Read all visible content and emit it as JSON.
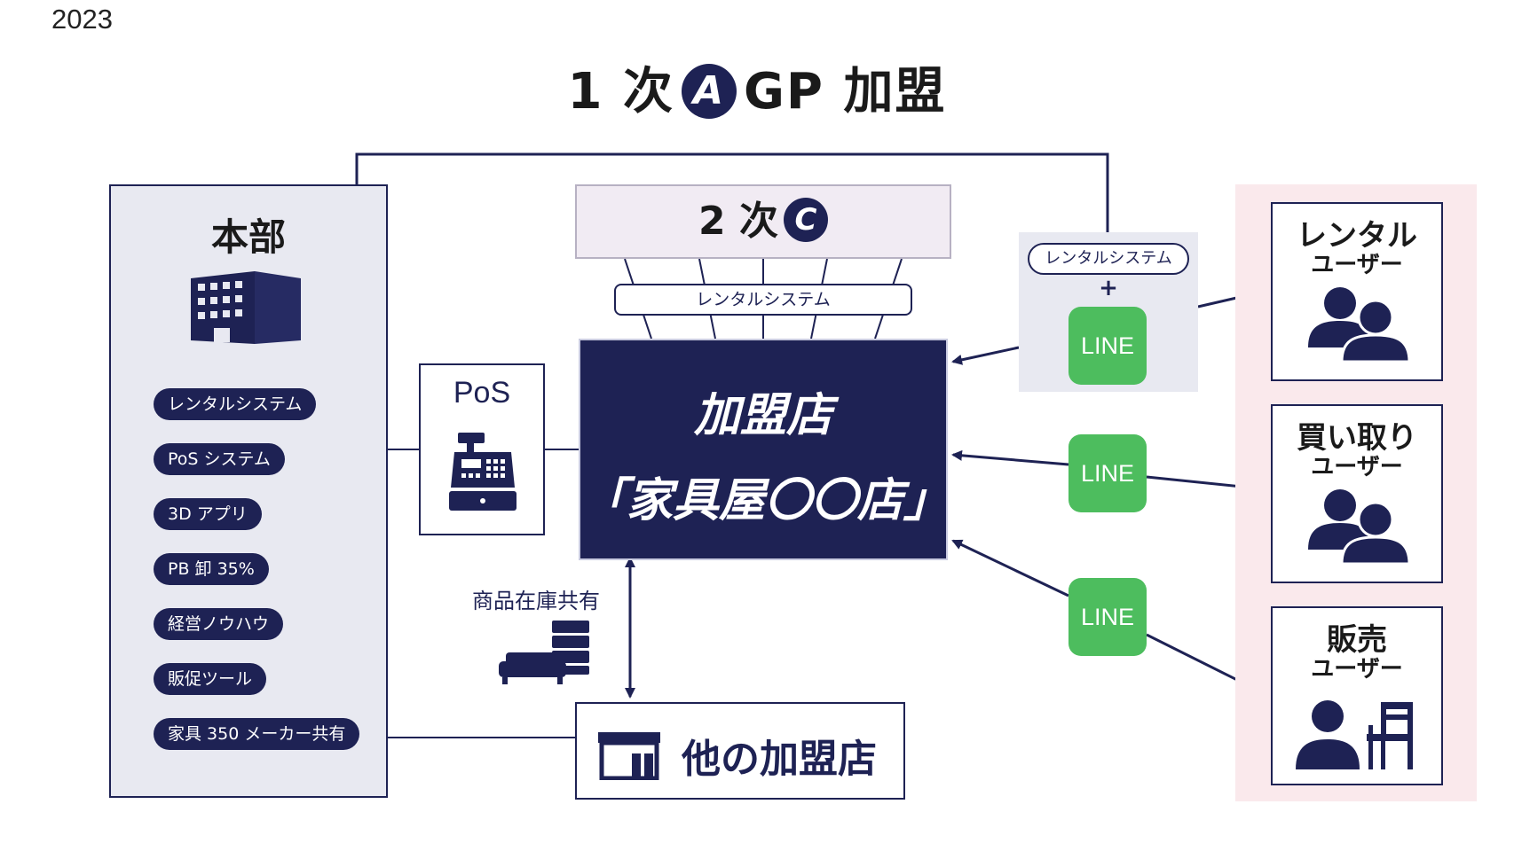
{
  "year": "2023",
  "title": {
    "prefix": "1 次",
    "badge": "A",
    "suffix": "GP 加盟"
  },
  "headquarters": {
    "label": "本部",
    "items": [
      "レンタルシステム",
      "PoS システム",
      "3D アプリ",
      "PB 卸 35%",
      "経営ノウハウ",
      "販促ツール",
      "家具 350 メーカー共有"
    ]
  },
  "secondary": {
    "label": "2 次",
    "badge": "C"
  },
  "rental_bar": "レンタルシステム",
  "store": {
    "line1": "加盟店",
    "line2": "「家具屋〇〇店」"
  },
  "pos": {
    "label": "PoS"
  },
  "stock_share": "商品在庫共有",
  "other_stores": "他の加盟店",
  "line_panel": {
    "rental": "レンタルシステム",
    "plus": "+"
  },
  "line_label": "LINE",
  "users": [
    {
      "title": "レンタル",
      "sub": "ユーザー",
      "icon": "people-icon"
    },
    {
      "title": "買い取り",
      "sub": "ユーザー",
      "icon": "people-icon"
    },
    {
      "title": "販売",
      "sub": "ユーザー",
      "icon": "person-chair-icon"
    }
  ],
  "colors": {
    "navy": "#1e2254",
    "line_green": "#4dbd5e",
    "hq_bg": "#e8e9f1",
    "users_bg": "#fae9ec",
    "secondary_bg": "#f1ebf3"
  }
}
